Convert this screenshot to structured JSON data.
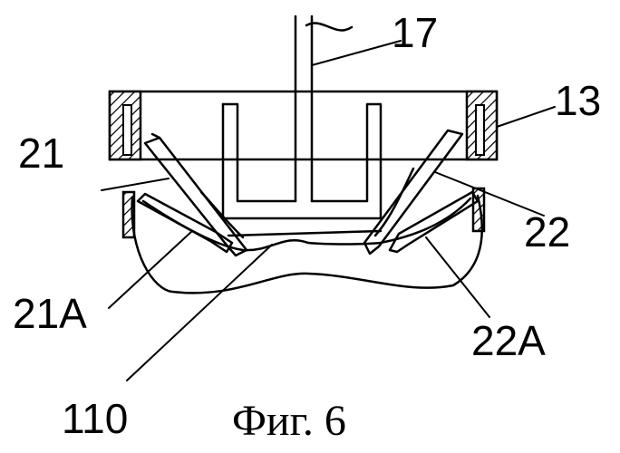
{
  "labels": {
    "l17": "17",
    "l13": "13",
    "l21": "21",
    "l22": "22",
    "l21a": "21A",
    "l22a": "22A",
    "l110": "110"
  },
  "caption": "Фиг. 6"
}
